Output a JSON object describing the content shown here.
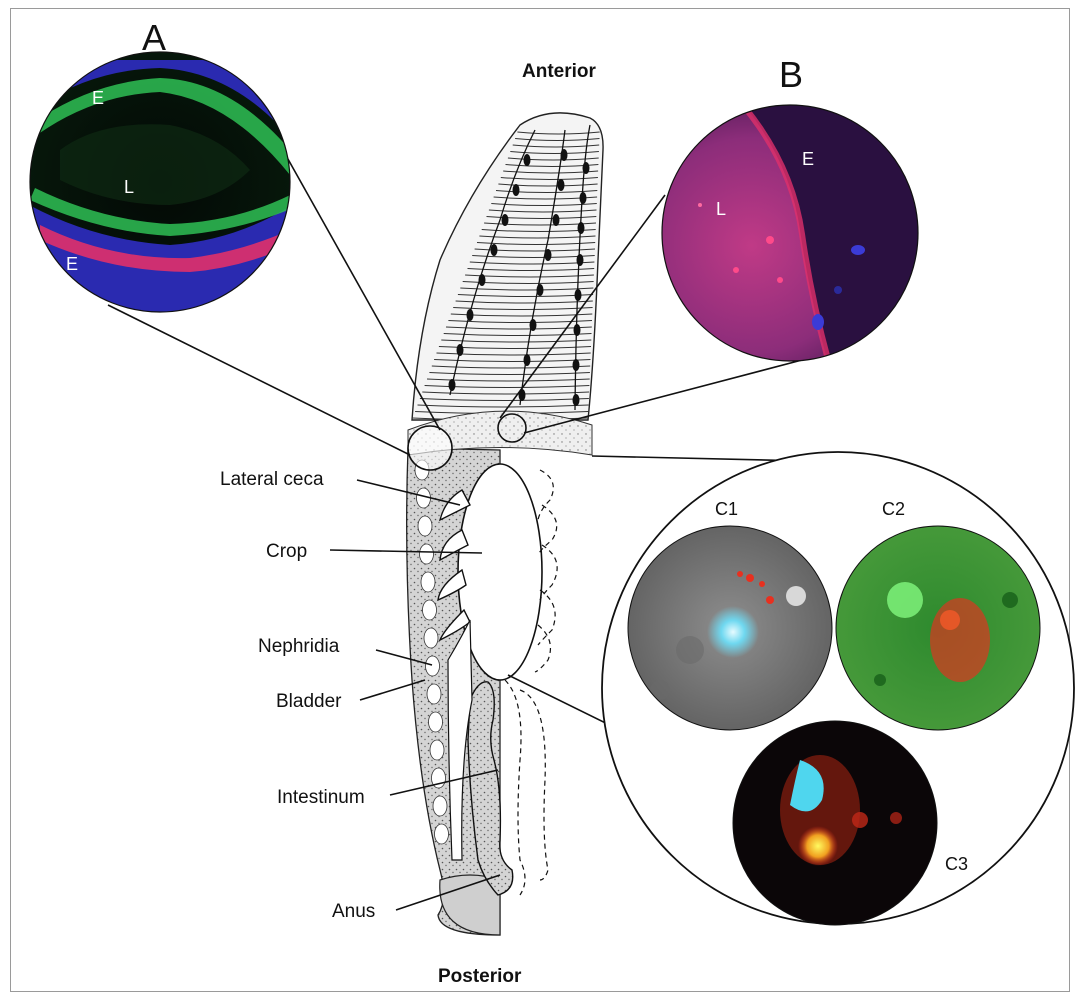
{
  "orientation": {
    "top": "Anterior",
    "bottom": "Posterior"
  },
  "panels": {
    "a": "A",
    "b": "B",
    "c1": "C1",
    "c2": "C2",
    "c3": "C3"
  },
  "inset_a": {
    "e_top": "E",
    "lumen": "L",
    "e_bottom": "E"
  },
  "inset_b": {
    "epithelium": "E",
    "lumen": "L"
  },
  "anatomy": {
    "lateral_ceca": "Lateral ceca",
    "crop": "Crop",
    "nephridia": "Nephridia",
    "bladder": "Bladder",
    "intestinum": "Intestinum",
    "anus": "Anus"
  },
  "colors": {
    "line": "#111111",
    "stipple": "#bdbdbd",
    "fluor_blue": "#3b3bd6",
    "fluor_green": "#2fd35a",
    "fluor_magenta": "#e0306a",
    "fluor_red": "#e8301f",
    "fluor_cyan": "#4fd6ee"
  }
}
